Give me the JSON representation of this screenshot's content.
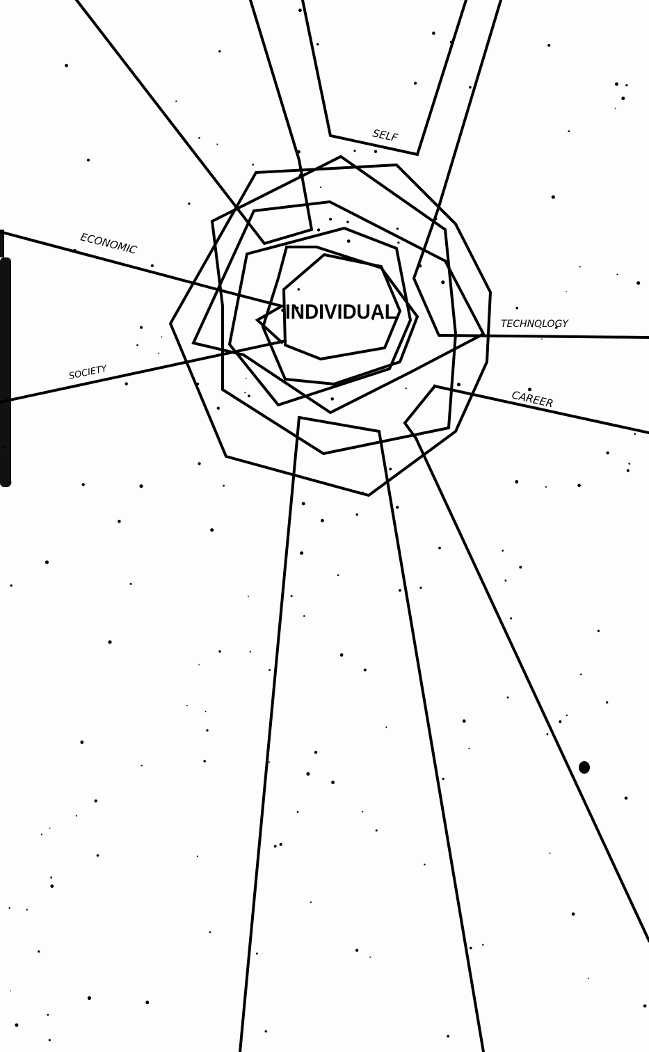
{
  "colors": {
    "ink": "#000000",
    "paper": "#fdfdfb",
    "edge_bar": "#111111"
  },
  "labels": {
    "center": "INDIVIDUAL",
    "self": "SELF",
    "economic": "ECONOMIC",
    "society": "SOCIETY",
    "technology": "TECHNOLOGY",
    "career": "CAREER"
  }
}
